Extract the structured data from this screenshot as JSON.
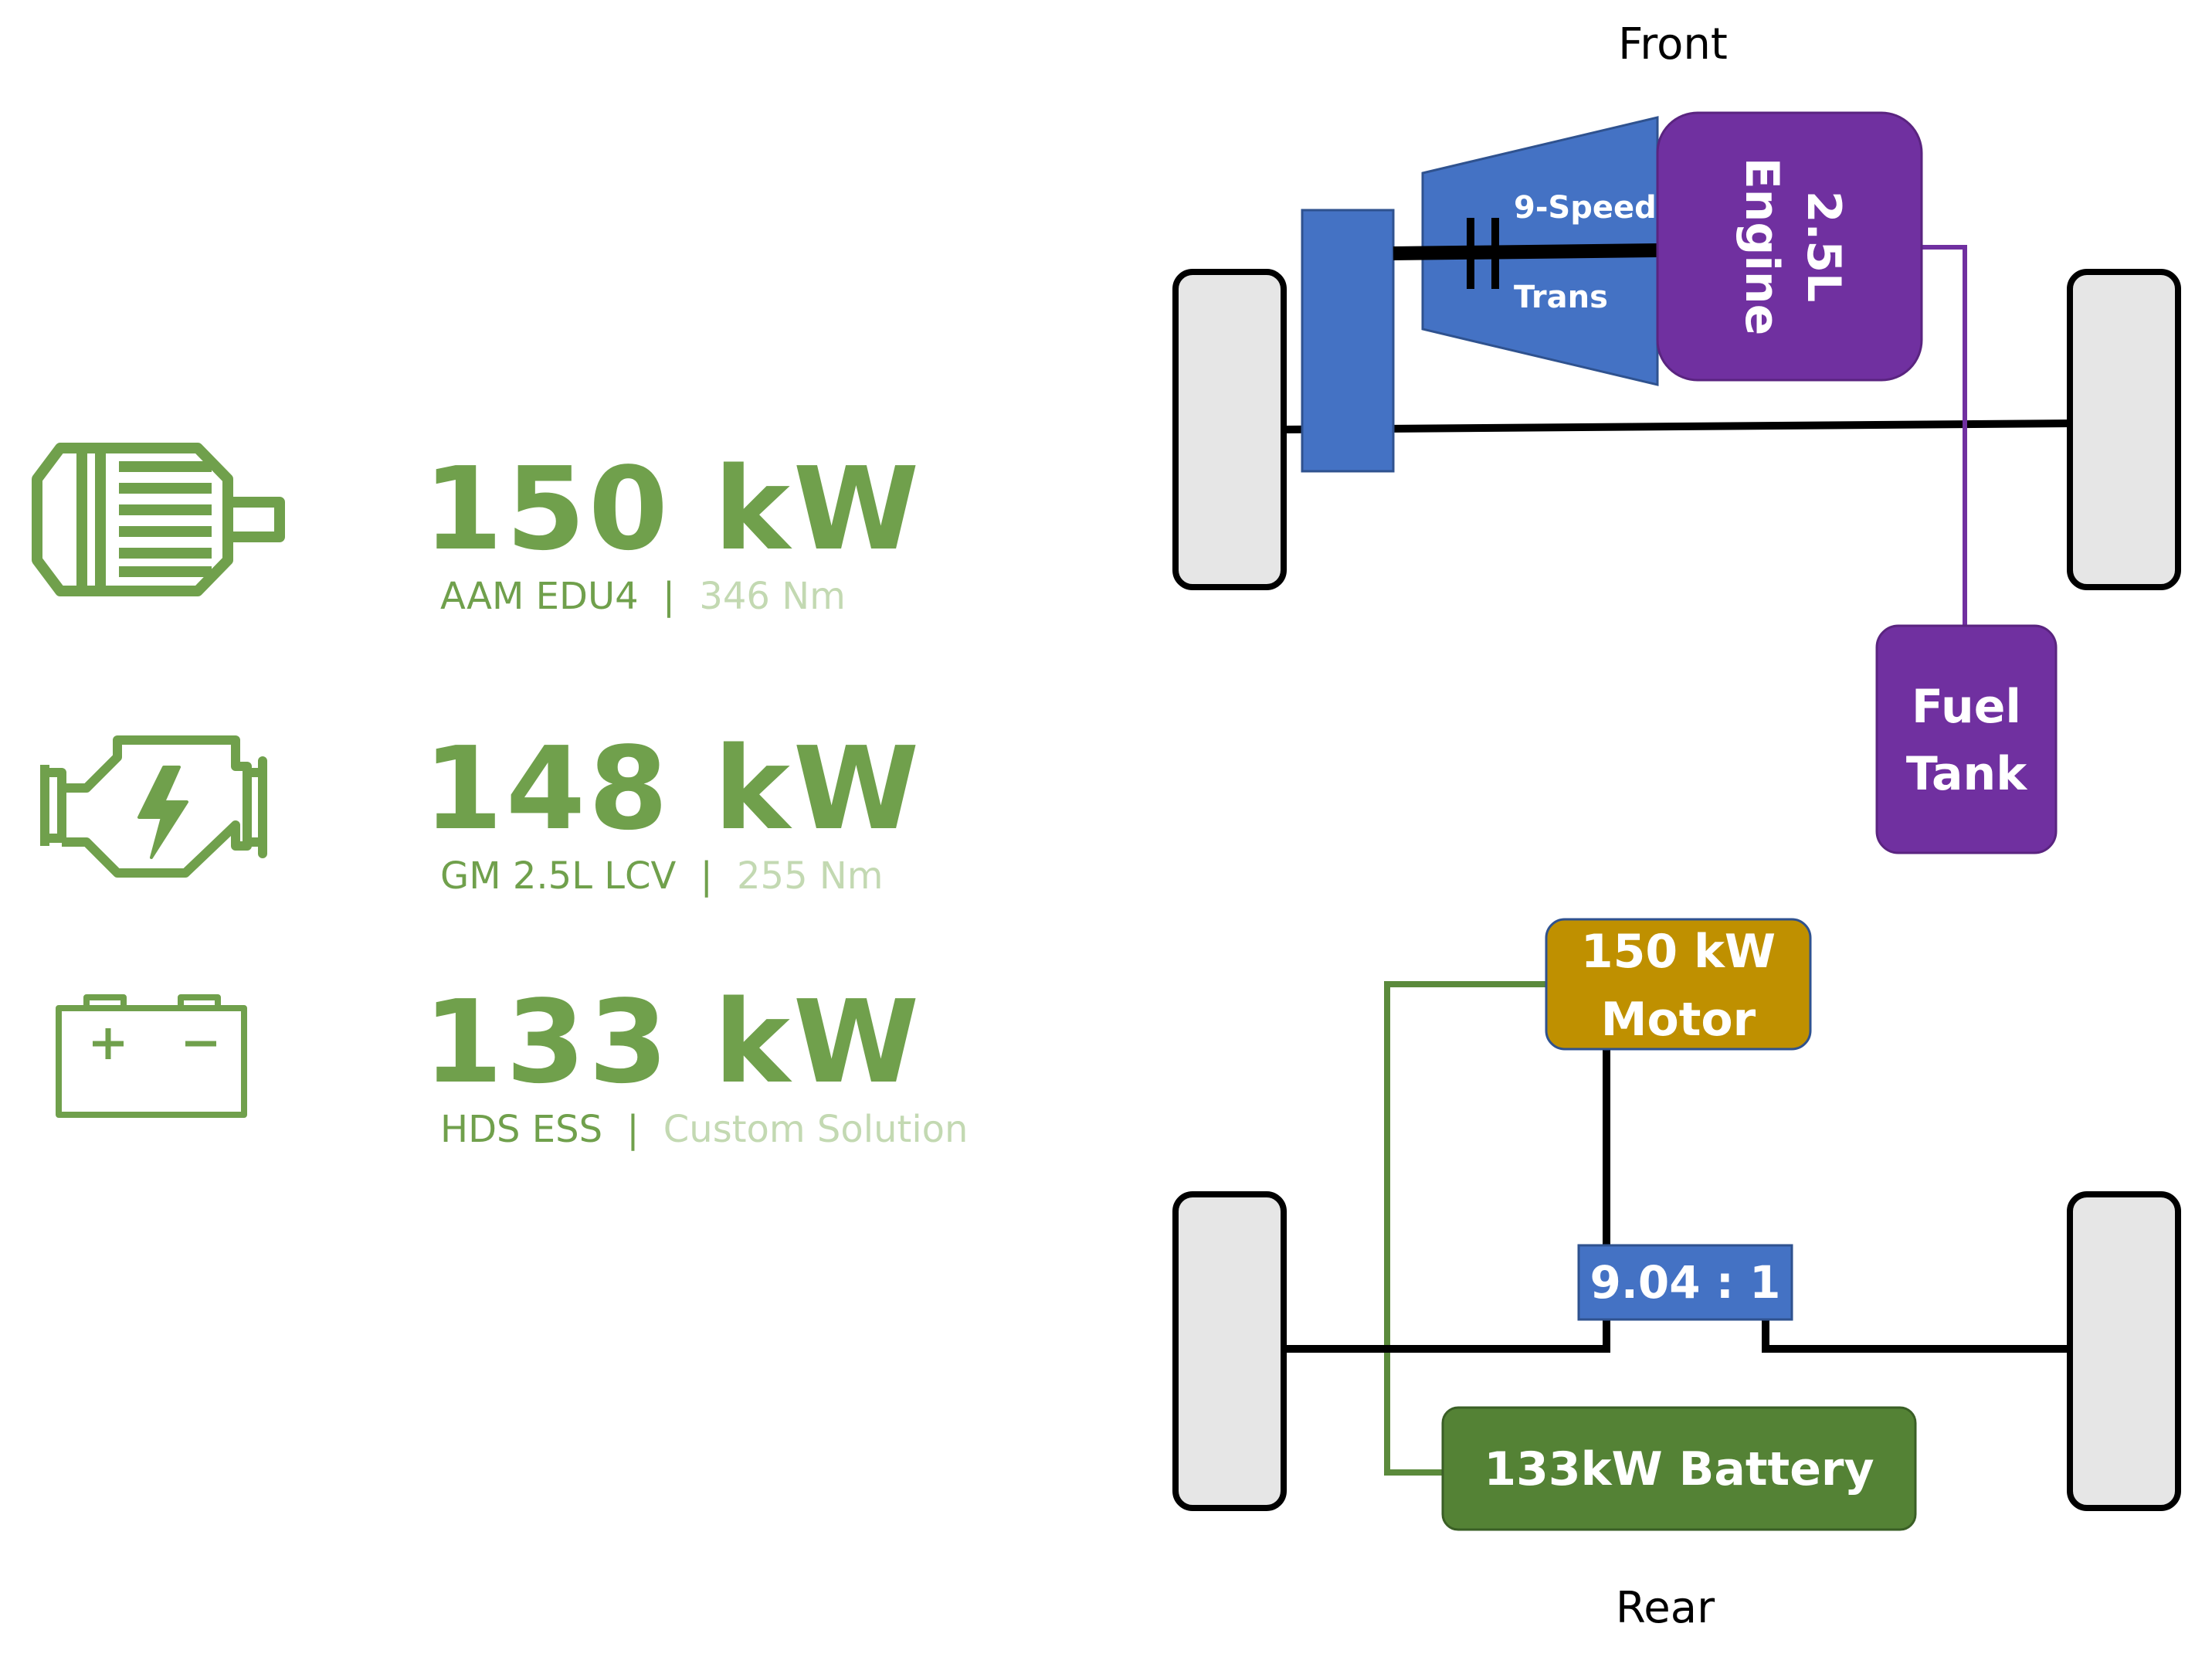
{
  "colors": {
    "green": "#70a04c",
    "green_light": "#c3d9b2",
    "line_green": "#5b8a3c",
    "blue": "#4472c4",
    "purple": "#7030a0",
    "gold": "#bf9000",
    "battery_green": "#548235",
    "wheel_fill": "#e6e6e6",
    "black": "#000000"
  },
  "specs": [
    {
      "icon": "electric-motor-icon",
      "value": "150 kW",
      "name": "AAM EDU4",
      "separator": "|",
      "detail": "346 Nm"
    },
    {
      "icon": "engine-icon",
      "value": "148 kW",
      "name": "GM 2.5L LCV",
      "separator": "|",
      "detail": "255 Nm"
    },
    {
      "icon": "battery-icon",
      "value": "133 kW",
      "name": "HDS ESS",
      "separator": "|",
      "detail": "Custom Solution"
    }
  ],
  "diagram": {
    "front_label": "Front",
    "rear_label": "Rear",
    "transmission": {
      "line1": "9-Speed",
      "line2": "Trans"
    },
    "engine": {
      "line1": "2.5L",
      "line2": "Engine"
    },
    "fuel_tank": {
      "line1": "Fuel",
      "line2": "Tank"
    },
    "motor": {
      "line1": "150 kW",
      "line2": "Motor"
    },
    "gear_ratio": "9.04 : 1",
    "battery": "133kW Battery"
  }
}
